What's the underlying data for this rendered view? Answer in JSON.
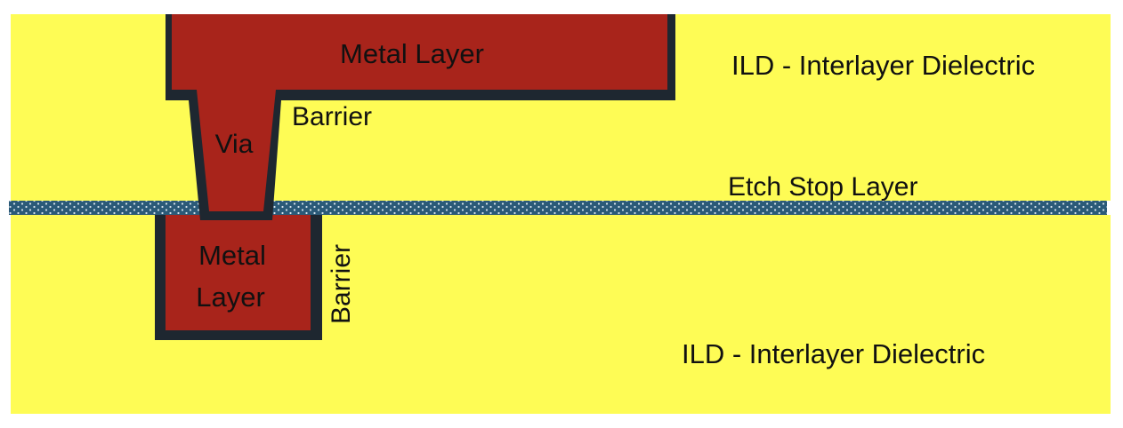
{
  "labels": {
    "upper_metal": "Metal Layer",
    "via": "Via",
    "upper_barrier": "Barrier",
    "upper_ild": "ILD - Interlayer Dielectric",
    "etch_stop": "Etch Stop Layer",
    "lower_metal_line1": "Metal",
    "lower_metal_line2": "Layer",
    "lower_barrier": "Barrier",
    "lower_ild": "ILD - Interlayer Dielectric"
  },
  "colors": {
    "dielectric": "#fefc55",
    "metal": "#a8241b",
    "barrier": "#1e2730",
    "etch_stop": "#2b5a78",
    "etch_stop_dots": "#d6e4ee"
  }
}
